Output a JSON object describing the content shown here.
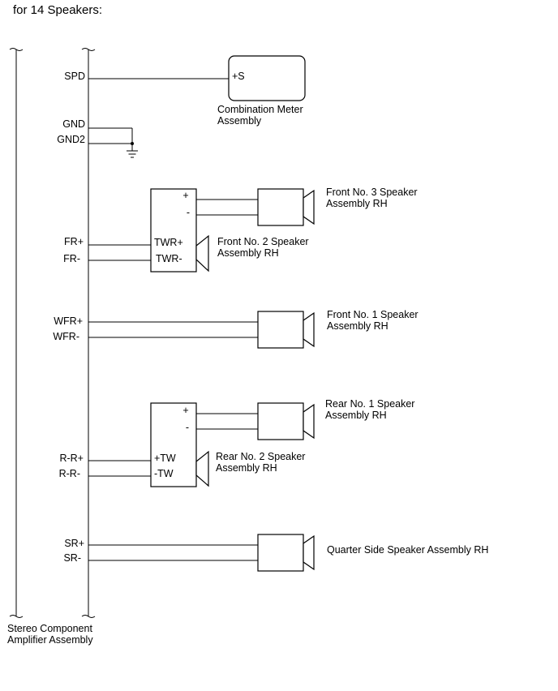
{
  "title": "for 14 Speakers:",
  "amplifier": {
    "name_line1": "Stereo Component",
    "name_line2": "Amplifier Assembly",
    "pins": {
      "spd": "SPD",
      "gnd": "GND",
      "gnd2": "GND2",
      "fr_pos": "FR+",
      "fr_neg": "FR-",
      "wfr_pos": "WFR+",
      "wfr_neg": "WFR-",
      "rr_pos": "R-R+",
      "rr_neg": "R-R-",
      "sr_pos": "SR+",
      "sr_neg": "SR-"
    }
  },
  "combination_meter": {
    "pin": "+S",
    "name_line1": "Combination Meter",
    "name_line2": "Assembly"
  },
  "front_network": {
    "out_pos": "+",
    "out_neg": "-",
    "in_pos": "TWR+",
    "in_neg": "TWR-"
  },
  "rear_network": {
    "out_pos": "+",
    "out_neg": "-",
    "in_pos": "+TW",
    "in_neg": "-TW"
  },
  "speakers": {
    "front_no3": {
      "line1": "Front No. 3 Speaker",
      "line2": "Assembly RH"
    },
    "front_no2": {
      "line1": "Front No. 2 Speaker",
      "line2": "Assembly RH"
    },
    "front_no1": {
      "line1": "Front No. 1 Speaker",
      "line2": "Assembly RH"
    },
    "rear_no1": {
      "line1": "Rear No. 1 Speaker",
      "line2": "Assembly RH"
    },
    "rear_no2": {
      "line1": "Rear No. 2 Speaker",
      "line2": "Assembly RH"
    },
    "quarter_side": {
      "line1": "Quarter Side Speaker Assembly RH"
    }
  }
}
